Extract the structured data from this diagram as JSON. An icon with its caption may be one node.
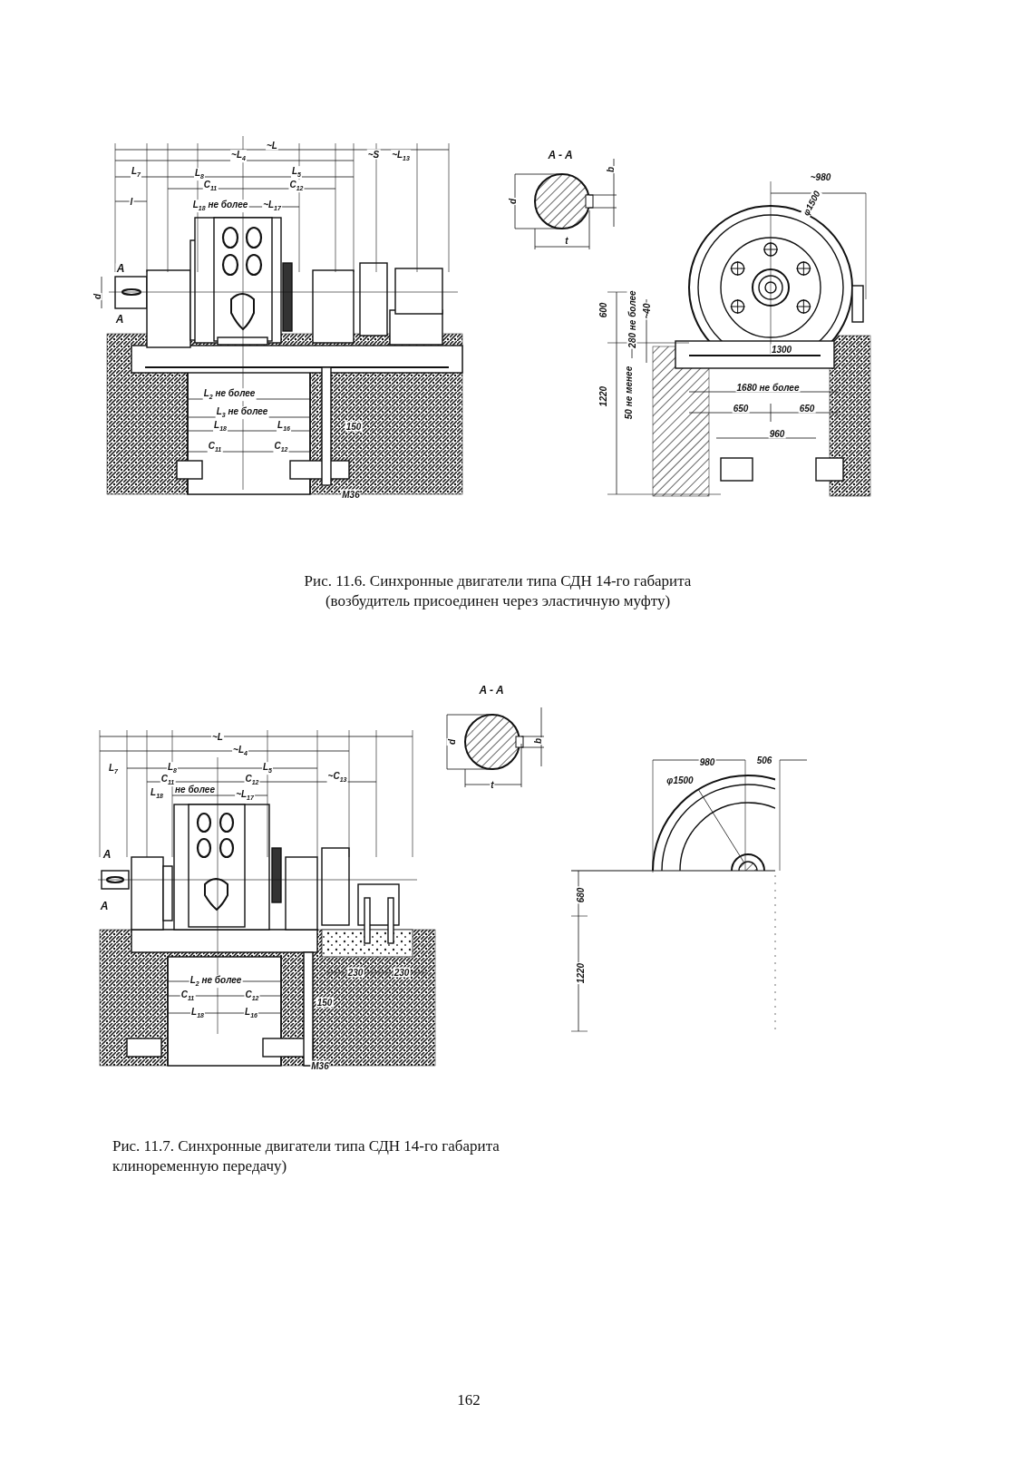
{
  "diagram": {
    "labels": [
      "~L",
      "~L$_{4}$",
      "~S",
      "~L$_{13}$",
      "A - A",
      "L$_{7}$",
      "L$_{8}$",
      "L$_{5}$",
      "b",
      "~980",
      "C$_{11}$",
      "C$_{12}$",
      "l",
      "L$_{18}$ не более",
      "~L$_{17}$",
      "d",
      "φ1500",
      "t",
      "A",
      "d",
      "600",
      "~40",
      "280 не более",
      "A",
      "1300",
      "1680 не более",
      "1220",
      "50 не менее",
      "L$_{2}$ не более",
      "650",
      "650",
      "L$_{3}$ не более",
      "L$_{18}$",
      "L$_{16}$",
      "150",
      "960",
      "C$_{11}$",
      "C$_{12}$",
      "M36",
      "Рис. 11.6. Синхронные двигатели типа СДН 14-го габарита (возбудитель присоединен через эластичную муфту)",
      "A - A",
      "~L",
      "d",
      "b",
      "~L$_{4}$",
      "980",
      "506",
      "L$_{7}$",
      "L$_{8}$",
      "L$_{5}$",
      "C$_{11}$",
      "C$_{12}$",
      "~C$_{13}$",
      "t",
      "φ1500",
      "L$_{18}$",
      "не более",
      "~L$_{17}$",
      "A",
      "680",
      "A",
      "230",
      "230",
      "1220",
      "L$_{2}$ не более",
      "C$_{11}$",
      "C$_{12}$",
      "150",
      "L$_{18}$",
      "L$_{16}$",
      "M36",
      "Рис. 11.7. Синхронные двигатели типа СДН 14-го габарита клиноременную передачу)",
      "162"
    ]
  }
}
